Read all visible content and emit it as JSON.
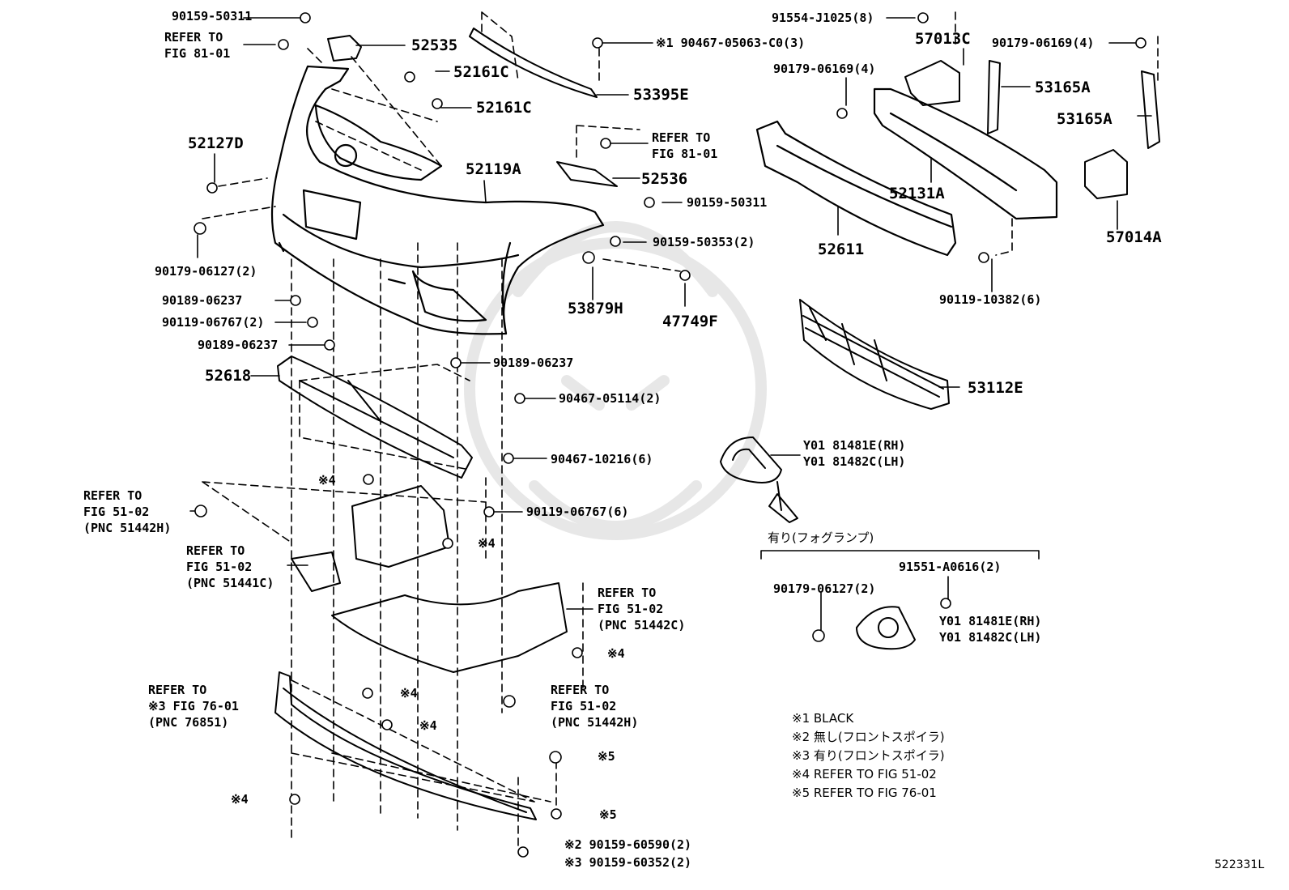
{
  "labels": {
    "p90159_50311_top": "90159-50311",
    "refer81_top": "REFER TO\nFIG 81-01",
    "p52535": "52535",
    "p53395e": "53395E",
    "p90467_05063": "※1 90467-05063-C0(3)",
    "p52161c_1": "52161C",
    "p52161c_2": "52161C",
    "p52127d": "52127D",
    "p52119a": "52119A",
    "refer81_mid": "REFER TO\nFIG 81-01",
    "p52536": "52536",
    "p90159_50311_mid": "90159-50311",
    "p90159_50353": "90159-50353(2)",
    "p90179_06127": "90179-06127(2)",
    "p53879h": "53879H",
    "p47749f": "47749F",
    "p91554": "91554-J1025(8)",
    "p57013c": "57013C",
    "p90179_06169_a": "90179-06169(4)",
    "p90179_06169_b": "90179-06169(4)",
    "p53165a_1": "53165A",
    "p53165a_2": "53165A",
    "p52131a": "52131A",
    "p52611": "52611",
    "p57014a": "57014A",
    "p90119_10382": "90119-10382(6)",
    "p90189_1": "90189-06237",
    "p90119_06767_2": "90119-06767(2)",
    "p90189_2": "90189-06237",
    "p90189_3": "90189-06237",
    "p52618": "52618",
    "p90467_05114": "90467-05114(2)",
    "p90467_10216": "90467-10216(6)",
    "p53112e": "53112E",
    "p_y01_a": "Y01 81481E(RH)\nY01 81482C(LH)",
    "refer51_442h_top": "REFER TO\nFIG 51-02\n(PNC 51442H)",
    "p90119_06767_6": "90119-06767(6)",
    "s4_a": "※4",
    "s4_b": "※4",
    "refer51_441c": "REFER TO\nFIG 51-02\n(PNC 51441C)",
    "refer51_442c": "REFER TO\nFIG 51-02\n(PNC 51442C)",
    "s4_c": "※4",
    "s4_d": "※4",
    "s4_e": "※4",
    "refer76": "REFER TO\n※3 FIG 76-01\n(PNC 76851)",
    "refer51_442h_bot": "REFER TO\nFIG 51-02\n(PNC 51442H)",
    "s5_a": "※5",
    "s5_b": "※5",
    "s4_f": "※4",
    "p90159_60590": "※2 90159-60590(2)",
    "p90159_60352": "※3 90159-60352(2)",
    "fog_heading": "有り(フォグランプ)",
    "p91551": "91551-A0616(2)",
    "p90179_06127_fog": "90179-06127(2)",
    "p_y01_b": "Y01 81481E(RH)\nY01 81482C(LH)",
    "notes": "※1 BLACK\n※2 無し(フロントスポイラ)\n※3 有り(フロントスポイラ)\n※4 REFER TO FIG 51-02\n※5 REFER TO FIG 76-01",
    "figure_id": "522331L"
  }
}
